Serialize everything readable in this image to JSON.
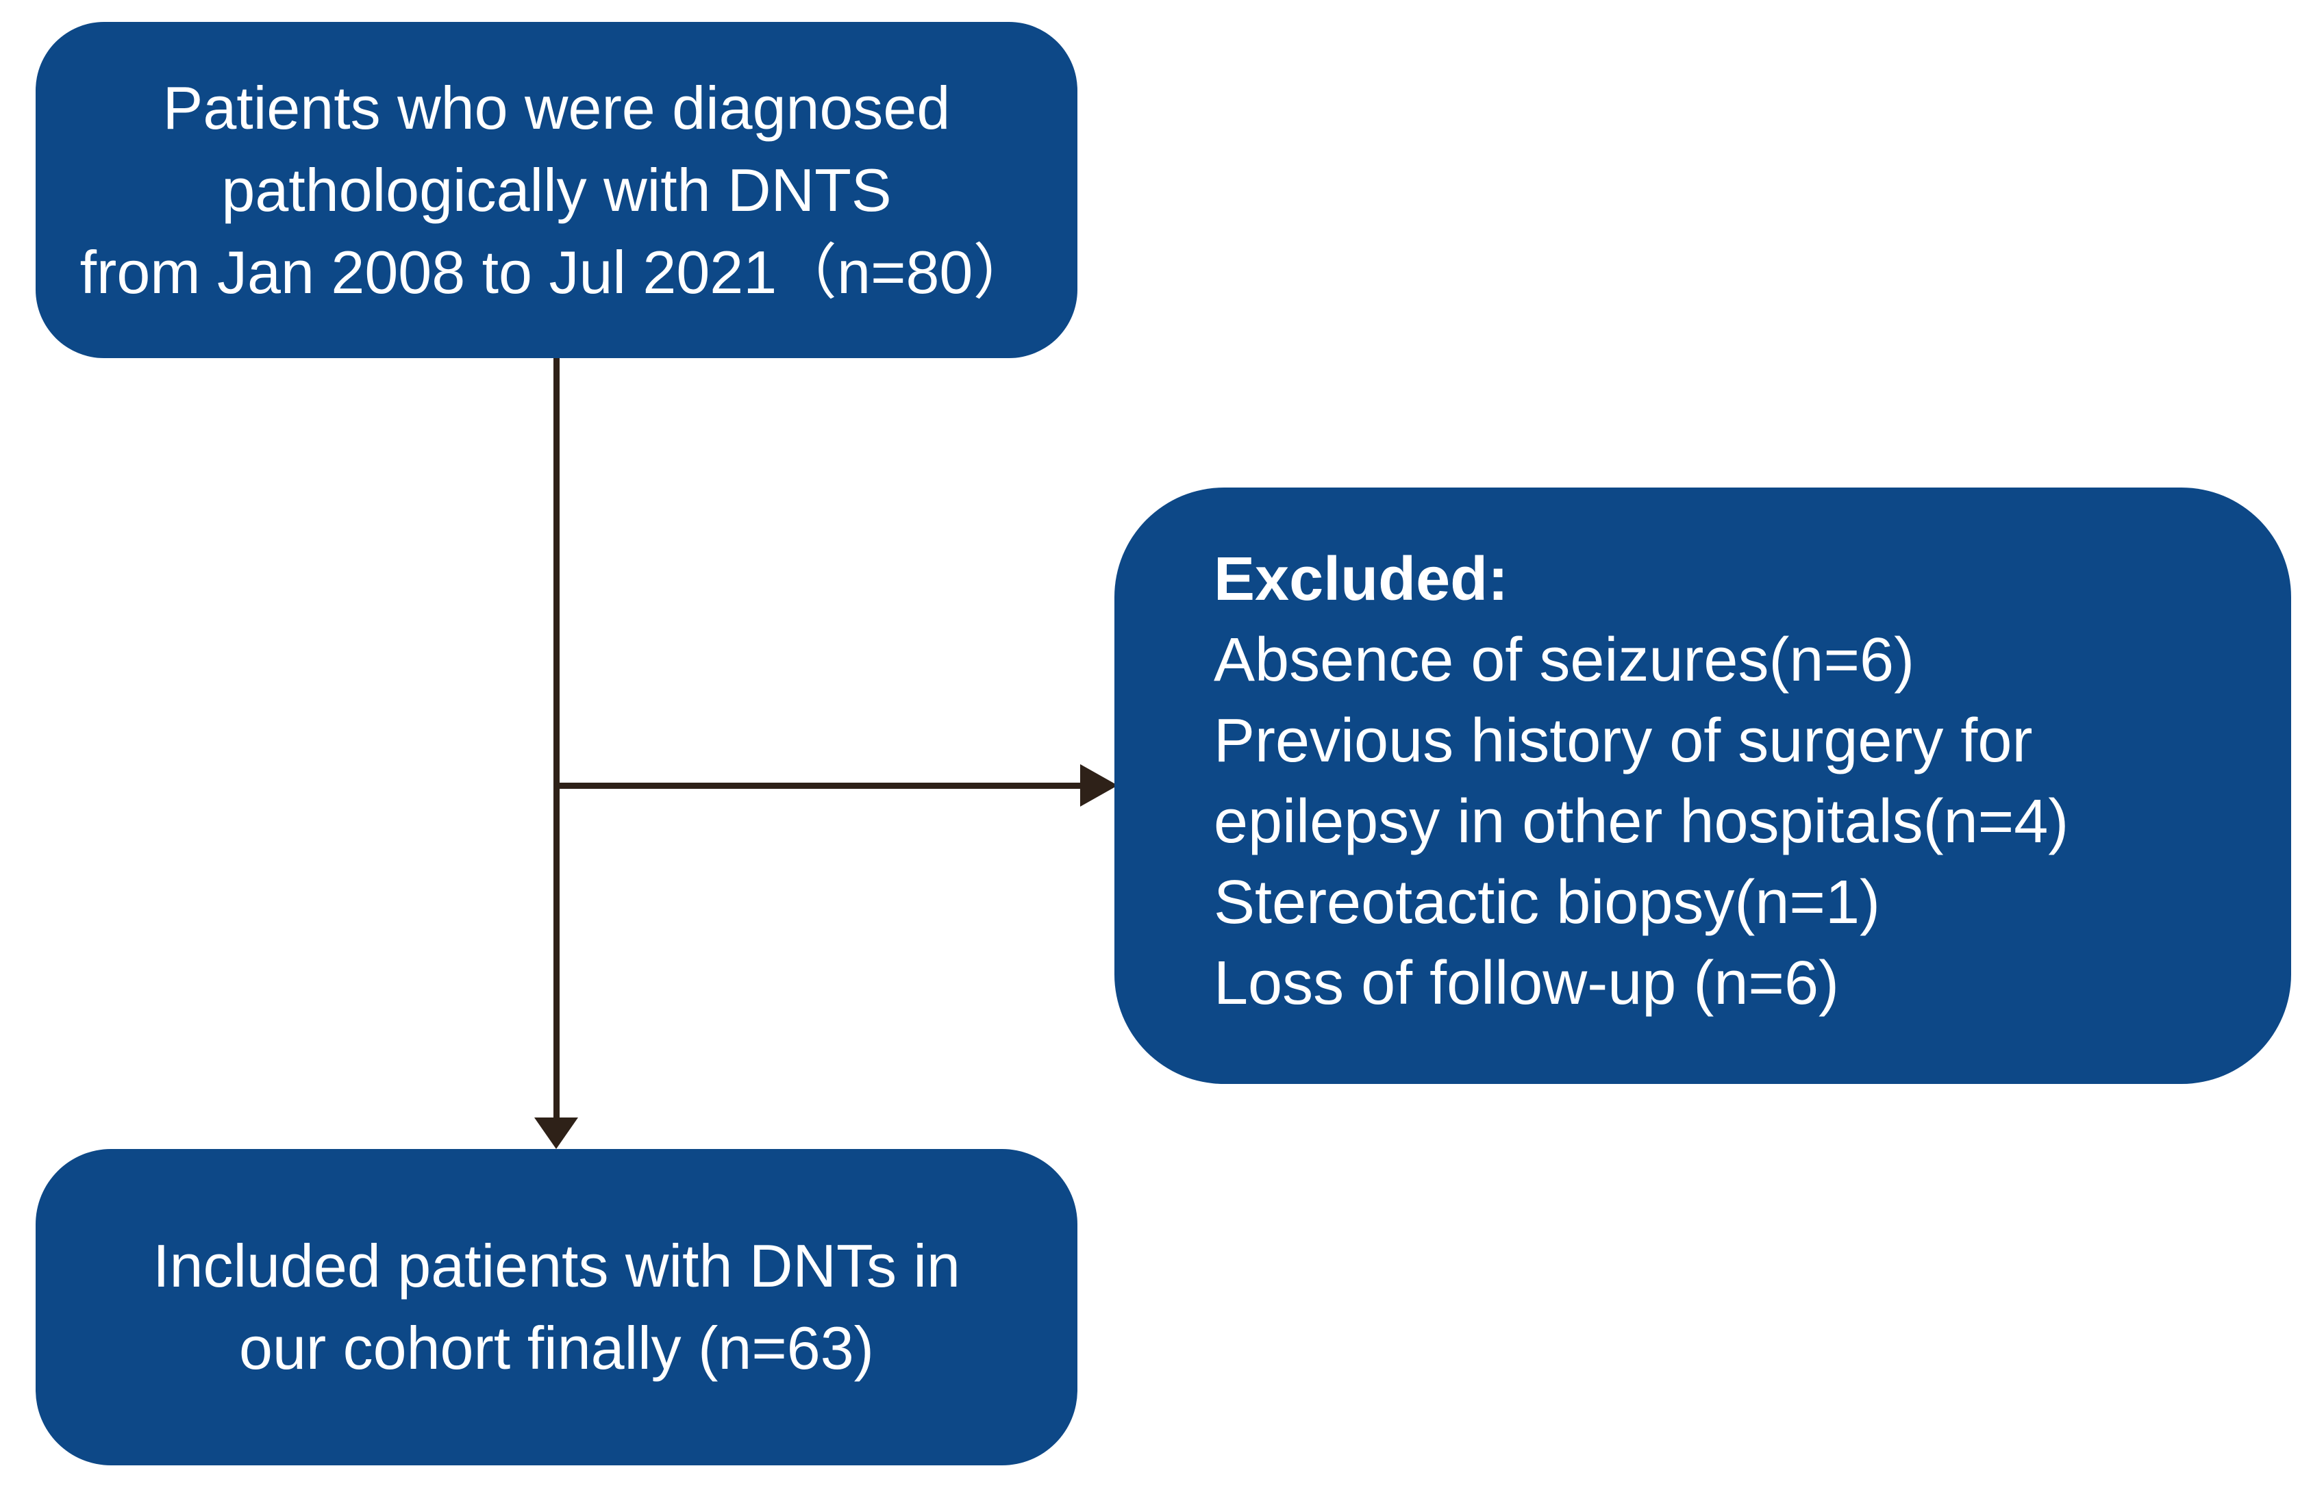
{
  "diagram": {
    "type": "flowchart",
    "colors": {
      "background": "#ffffff",
      "box_fill": "#0d4887",
      "text_color": "#ffffff",
      "arrow_color": "#2e2118"
    },
    "source": {
      "lines": [
        "Patients who were diagnosed",
        "pathologically with DNTS",
        "from Jan 2008 to Jul 2021（n=80）"
      ]
    },
    "excluded": {
      "title": "Excluded:",
      "items": [
        "Absence of seizures(n=6)",
        "Previous history of surgery for",
        "epilepsy in other hospitals(n=4)",
        "Stereotactic biopsy(n=1)",
        "Loss of follow-up (n=6)"
      ]
    },
    "included": {
      "lines": [
        "Included patients with DNTs in",
        "our cohort finally (n=63)"
      ]
    }
  }
}
